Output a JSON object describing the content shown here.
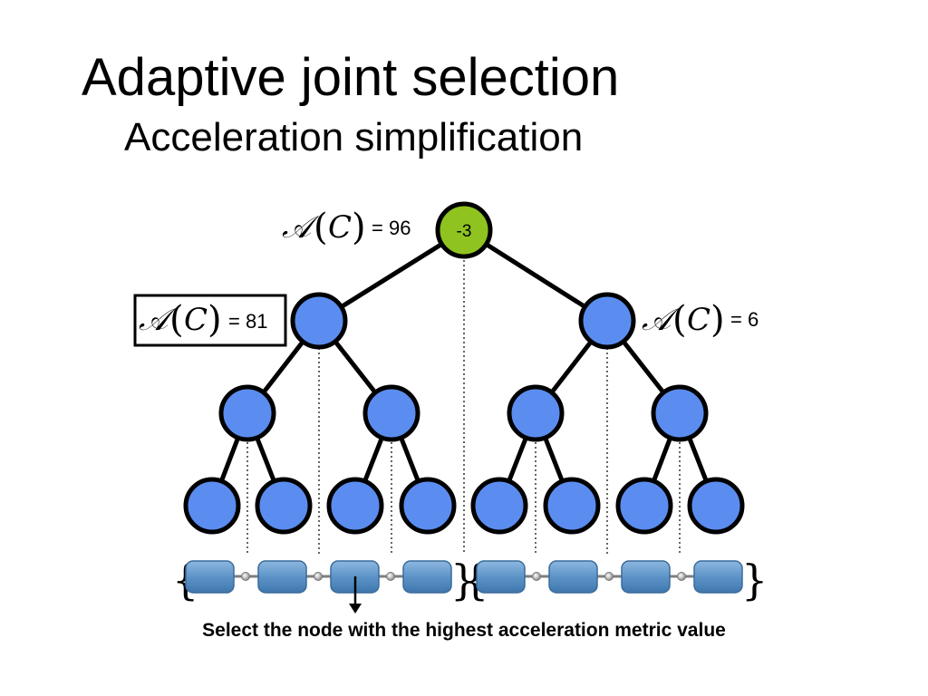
{
  "slide": {
    "title": "Adaptive joint selection",
    "subtitle": "Acceleration simplification",
    "caption": "Select the node with the highest acceleration metric value"
  },
  "tree": {
    "root_label": "-3",
    "metric_symbol": "𝒜",
    "metric_arg": "C",
    "metrics": {
      "root": "= 96",
      "left": "= 81",
      "right": "= 6"
    },
    "selected_metric": "left"
  },
  "colors": {
    "root_fill": "#8fc31f",
    "node_fill": "#5b8df0",
    "node_stroke": "#000000",
    "joint_fill": "#5d94c8",
    "connector_fill": "#9b9b9b"
  }
}
